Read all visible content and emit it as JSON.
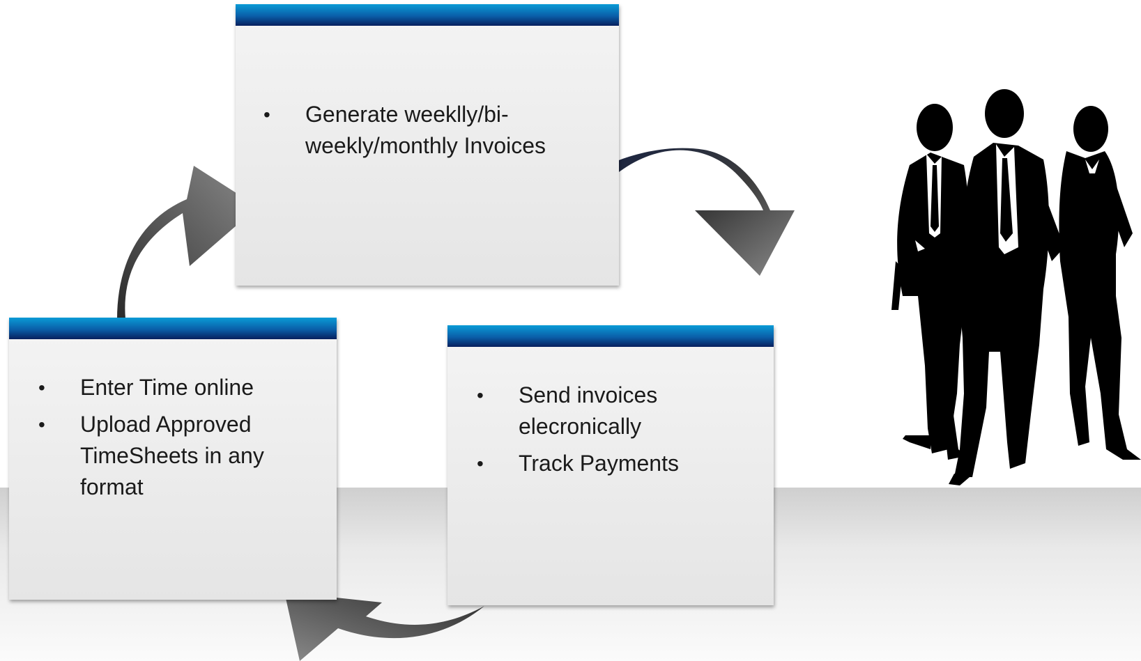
{
  "boxes": [
    {
      "id": "generate",
      "items": [
        "Generate weeklly/bi-weekly/monthly Invoices"
      ]
    },
    {
      "id": "enter",
      "items": [
        "Enter Time online",
        "Upload Approved TimeSheets in any format"
      ]
    },
    {
      "id": "send",
      "items": [
        "Send invoices elecronically",
        "Track Payments"
      ]
    }
  ],
  "colors": {
    "header_top": "#0a9bd6",
    "header_bottom": "#07205e",
    "arrow": "#5a5a5a",
    "silhouette": "#000000"
  },
  "icons": {
    "arrow": "curved-arrow-icon",
    "people": "business-people-silhouette-icon"
  }
}
